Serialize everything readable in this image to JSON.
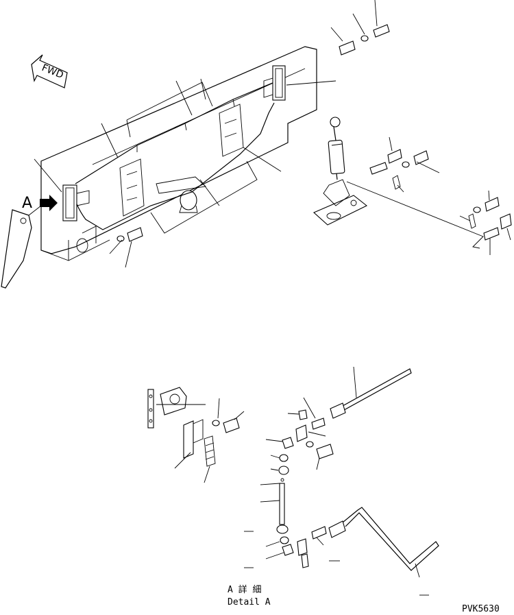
{
  "diagram": {
    "fwd_label": "FWD",
    "view_marker": "A",
    "detail_title_jp": "A 詳 細",
    "detail_title_en": "Detail A",
    "drawing_code": "PVK5630"
  }
}
